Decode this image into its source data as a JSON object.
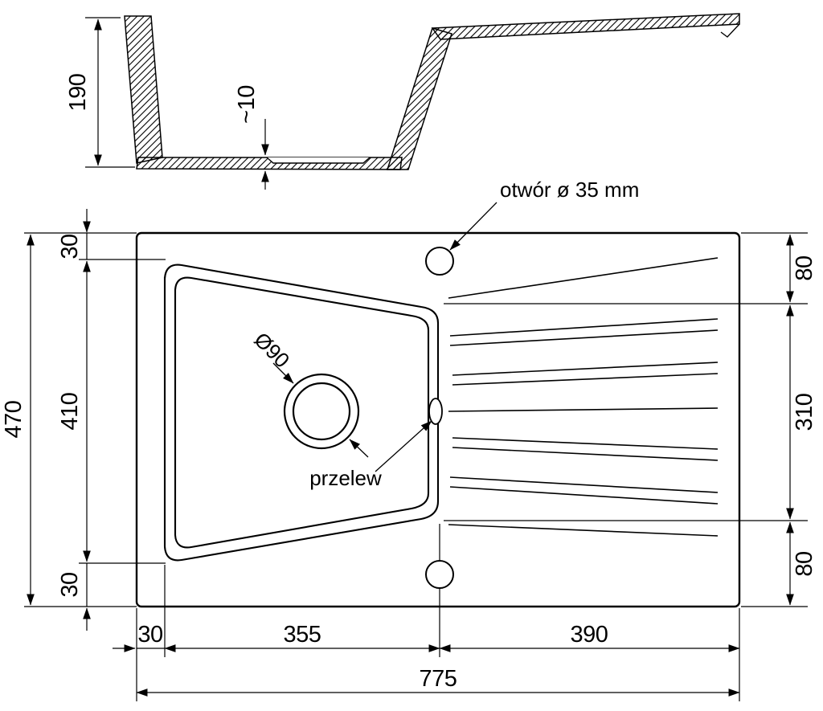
{
  "colors": {
    "ink": "#000000",
    "paper": "#ffffff"
  },
  "section_view": {
    "depth": "190",
    "bottom_step": "~10"
  },
  "plan_view": {
    "hole_note": "otwór ø 35 mm",
    "drain_diameter": "Ø90",
    "overflow_label": "przelew",
    "dims": {
      "total_width": "775",
      "total_depth": "470",
      "left_edge": "30",
      "bowl_width": "355",
      "drainer_width": "390",
      "top_edge": "30",
      "bowl_depth": "410",
      "bottom_edge": "30",
      "drainer_top": "80",
      "drainer_depth": "310",
      "drainer_bottom": "80"
    }
  }
}
